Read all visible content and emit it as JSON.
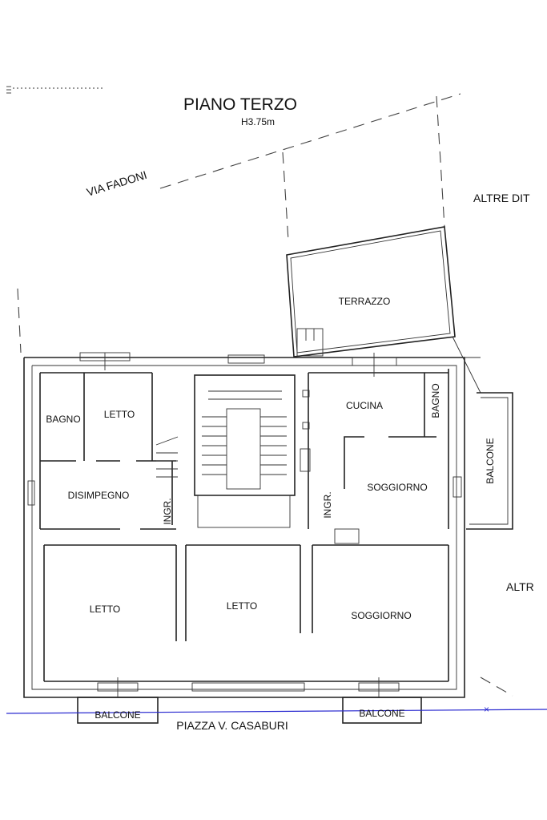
{
  "title": "PIANO TERZO",
  "height_note": "H3.75m",
  "street_top": "VIA FADONI",
  "neighbor_top": "ALTRE DIT",
  "neighbor_right": "ALTR",
  "square_bottom": "PIAZZA V. CASABURI",
  "rooms": {
    "terrazzo": "TERRAZZO",
    "cucina": "CUCINA",
    "bagno_right": "BAGNO",
    "balcone_right": "BALCONE",
    "bagno_left": "BAGNO",
    "letto_top": "LETTO",
    "disimpegno": "DISIMPEGNO",
    "ingr_left": "INGR.",
    "ingr_right": "INGR.",
    "soggiorno_upper": "SOGGIORNO",
    "letto_left": "LETTO",
    "letto_center": "LETTO",
    "soggiorno_lower": "SOGGIORNO",
    "balcone_bottom_left": "BALCONE",
    "balcone_bottom_right": "BALCONE"
  },
  "colors": {
    "wall": "#222222",
    "axis_line": "#2a2ad0"
  }
}
